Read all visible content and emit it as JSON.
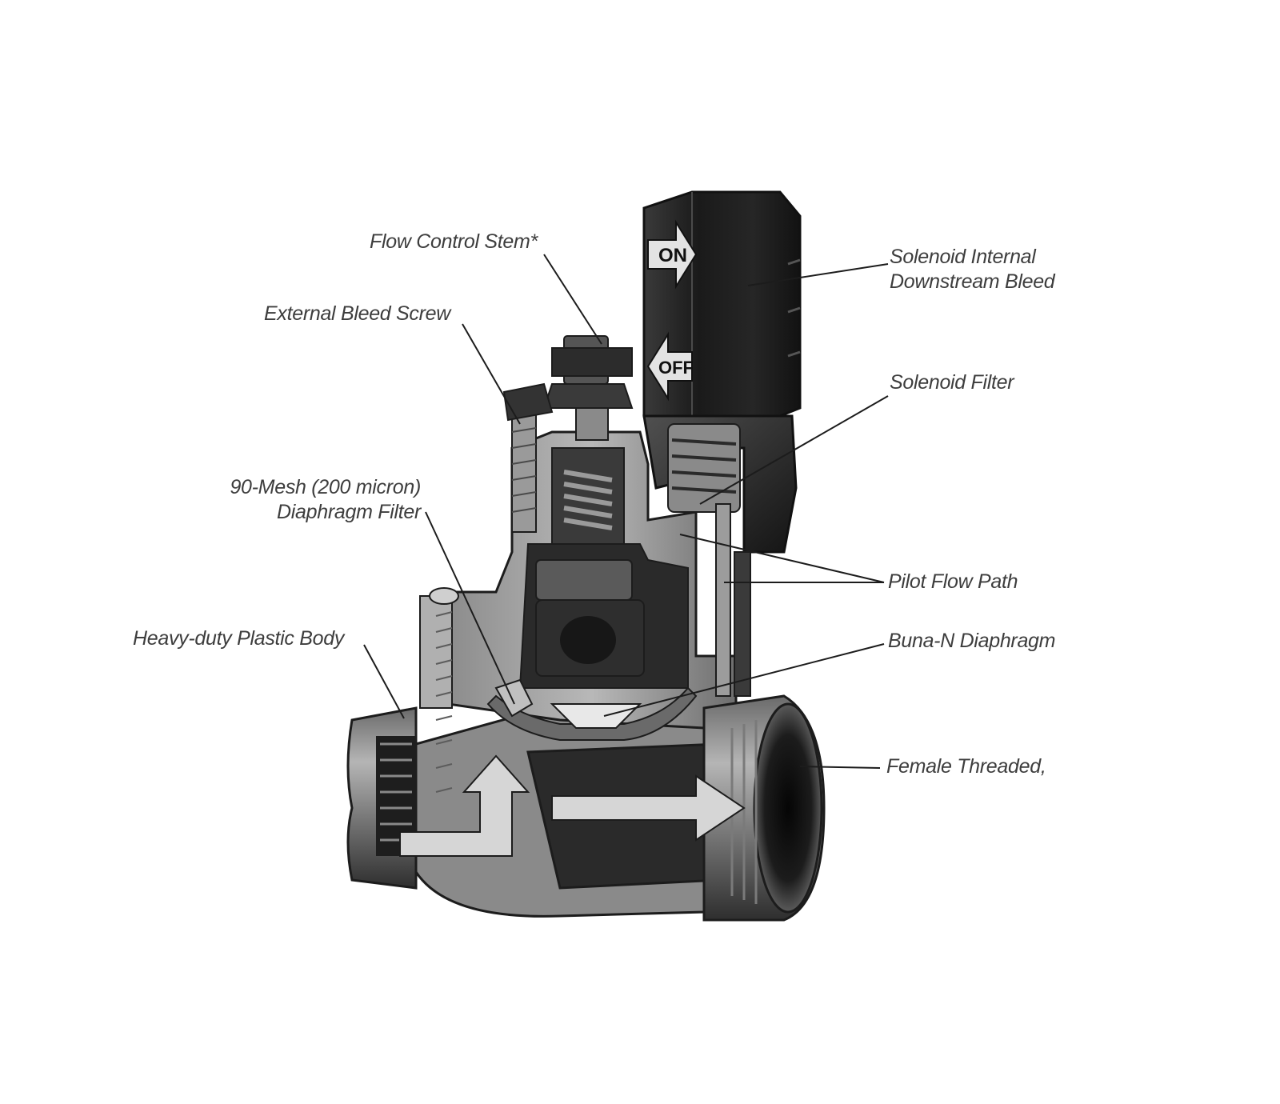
{
  "diagram": {
    "labels": {
      "flow_control_stem": "Flow Control Stem*",
      "external_bleed_screw": "External Bleed Screw",
      "mesh_filter_line1": "90-Mesh (200 micron)",
      "mesh_filter_line2": "Diaphragm Filter",
      "plastic_body": "Heavy-duty Plastic Body",
      "solenoid_bleed_line1": "Solenoid Internal",
      "solenoid_bleed_line2": "Downstream Bleed",
      "solenoid_filter": "Solenoid Filter",
      "pilot_flow_path": "Pilot Flow Path",
      "diaphragm": "Buna-N Diaphragm",
      "female_threaded": "Female Threaded,"
    },
    "solenoid_markings": {
      "on": "ON",
      "off": "OFF"
    },
    "colors": {
      "ink": "#1c1c1c",
      "body_dark": "#2b2b2b",
      "body_mid": "#6f6f6f",
      "body_light": "#a9a9a9",
      "flow_arrow": "#d6d6d6",
      "label_text": "#3d3d3d"
    }
  }
}
